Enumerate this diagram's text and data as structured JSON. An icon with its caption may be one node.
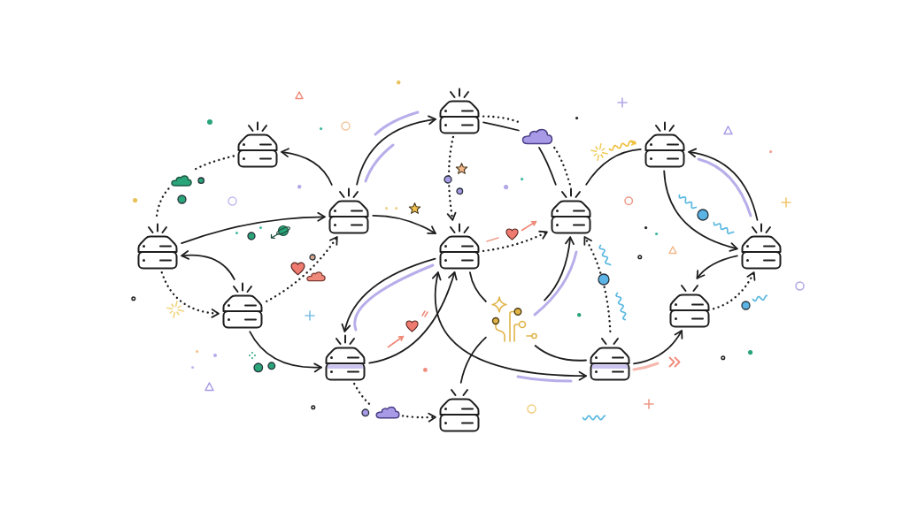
{
  "diagram": {
    "nodes": [
      {
        "text": [],
        "shape": "server"
      },
      {
        "text": [],
        "shape": "server"
      },
      {
        "text": [],
        "shape": "server"
      },
      {
        "text": [],
        "shape": "cloud"
      },
      {
        "text": [],
        "shape": "cloud"
      },
      {
        "text": [],
        "shape": "server"
      },
      {
        "text": [],
        "shape": "server"
      },
      {
        "text": [],
        "shape": "server"
      },
      {
        "text": [],
        "shape": "server"
      },
      {
        "text": [],
        "shape": "server"
      },
      {
        "text": [],
        "shape": "server"
      },
      {
        "text": [],
        "shape": "server"
      },
      {
        "text": [],
        "shape": "picture"
      },
      {
        "text": [],
        "shape": "server"
      },
      {
        "text": [],
        "shape": "server"
      },
      {
        "text": [],
        "shape": "cloud"
      },
      {
        "text": [],
        "shape": "server"
      }
    ],
    "edges": [
      {
        "from": 5,
        "to": 1,
        "arrow": "to"
      },
      {
        "from": 1,
        "to": 4,
        "arrow": "none",
        "style": "dashed"
      },
      {
        "from": 4,
        "to": 7,
        "arrow": "none",
        "style": "dashed"
      },
      {
        "from": 7,
        "to": 5,
        "arrow": "to"
      },
      {
        "from": 5,
        "to": 0,
        "arrow": "to"
      },
      {
        "from": 5,
        "to": 8,
        "arrow": "to"
      },
      {
        "from": 0,
        "to": 8,
        "arrow": "to",
        "style": "dashed"
      },
      {
        "from": 0,
        "to": 3,
        "arrow": "none"
      },
      {
        "from": 0,
        "to": 3,
        "arrow": "none",
        "style": "dashed"
      },
      {
        "from": 3,
        "to": 6,
        "arrow": "none"
      },
      {
        "from": 3,
        "to": 6,
        "arrow": "none",
        "style": "dashed"
      },
      {
        "from": 6,
        "to": 2,
        "arrow": "none"
      },
      {
        "from": 9,
        "to": 2,
        "arrow": "to"
      },
      {
        "from": 2,
        "to": 9,
        "arrow": "to"
      },
      {
        "from": 8,
        "to": 6,
        "arrow": "to",
        "style": "dashed"
      },
      {
        "from": 7,
        "to": 10,
        "arrow": "to",
        "style": "dashed"
      },
      {
        "from": 10,
        "to": 7,
        "arrow": "to"
      },
      {
        "from": 10,
        "to": 5,
        "arrow": "to",
        "style": "dashed"
      },
      {
        "from": 10,
        "to": 13,
        "arrow": "to"
      },
      {
        "from": 13,
        "to": 8,
        "arrow": "to"
      },
      {
        "from": 8,
        "to": 13,
        "arrow": "to"
      },
      {
        "from": 8,
        "to": 14,
        "arrow": "both"
      },
      {
        "from": 8,
        "to": 12,
        "arrow": "none"
      },
      {
        "from": 12,
        "to": 6,
        "arrow": "to"
      },
      {
        "from": 16,
        "to": 12,
        "arrow": "none"
      },
      {
        "from": 12,
        "to": 14,
        "arrow": "none"
      },
      {
        "from": 14,
        "to": 6,
        "arrow": "to",
        "style": "dashed"
      },
      {
        "from": 14,
        "to": 11,
        "arrow": "to"
      },
      {
        "from": 9,
        "to": 11,
        "arrow": "to"
      },
      {
        "from": 11,
        "to": 9,
        "arrow": "to",
        "style": "dashed"
      },
      {
        "from": 13,
        "to": 15,
        "arrow": "none",
        "style": "dashed"
      },
      {
        "from": 15,
        "to": 16,
        "arrow": "to",
        "style": "dashed"
      }
    ]
  }
}
